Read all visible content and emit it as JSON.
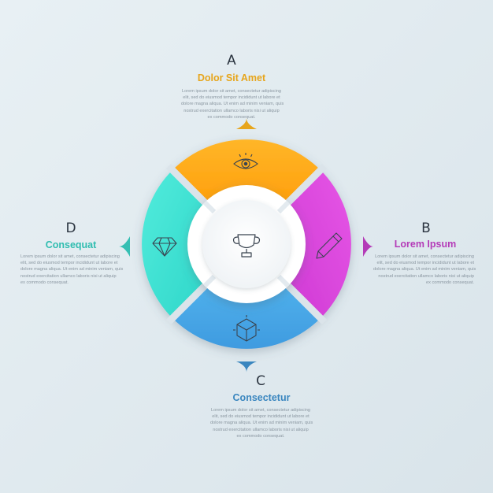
{
  "colors": {
    "a": "#ffad14",
    "b": "#dd44de",
    "c": "#3d9fe2",
    "d": "#3fe2d3",
    "letter": "#2b3440",
    "text": "#8a96a0"
  },
  "sections": {
    "a": {
      "letter": "A",
      "title": "Dolor Sit Amet",
      "icon": "eye-icon",
      "lines": [
        "Lorem ipsum dolor sit amet, consectetur adipiscing",
        "elit, sed do eiusmod tempor incididunt ut labore et",
        "dolore magna aliqua. Ut enim ad minim veniam, quis",
        "nostrud exercitation ullamco laboris nisi ut aliquip",
        "ex commodo consequat."
      ]
    },
    "b": {
      "letter": "B",
      "title": "Lorem Ipsum",
      "icon": "pencil-icon",
      "lines": [
        "Lorem ipsum dolor sit amet, consectetur adipiscing",
        "elit, sed do eiusmod tempor incididunt ut labore et",
        "dolore magna aliqua. Ut enim ad minim veniam, quis",
        "nostrud exercitation ullamco laboris nisi ut aliquip",
        "ex commodo consequat."
      ]
    },
    "c": {
      "letter": "C",
      "title": "Consectetur",
      "icon": "cube-icon",
      "lines": [
        "Lorem ipsum dolor sit amet, consectetur adipiscing",
        "elit, sed do eiusmod tempor incididunt ut labore et",
        "dolore magna aliqua. Ut enim ad minim veniam, quis",
        "nostrud exercitation ullamco laboris nisi ut aliquip",
        "ex commodo consequat."
      ]
    },
    "d": {
      "letter": "D",
      "title": "Consequat",
      "icon": "diamond-icon",
      "lines": [
        "Lorem ipsum dolor sit amet, consectetur adipiscing",
        "elit, sed do eiusmod tempor incididunt ut labore et",
        "dolore magna aliqua. Ut enim ad minim veniam, quis",
        "nostrud exercitation ullamco laboris nisi ut aliquip",
        "ex commodo consequat."
      ]
    }
  },
  "center": {
    "icon": "trophy-icon"
  }
}
